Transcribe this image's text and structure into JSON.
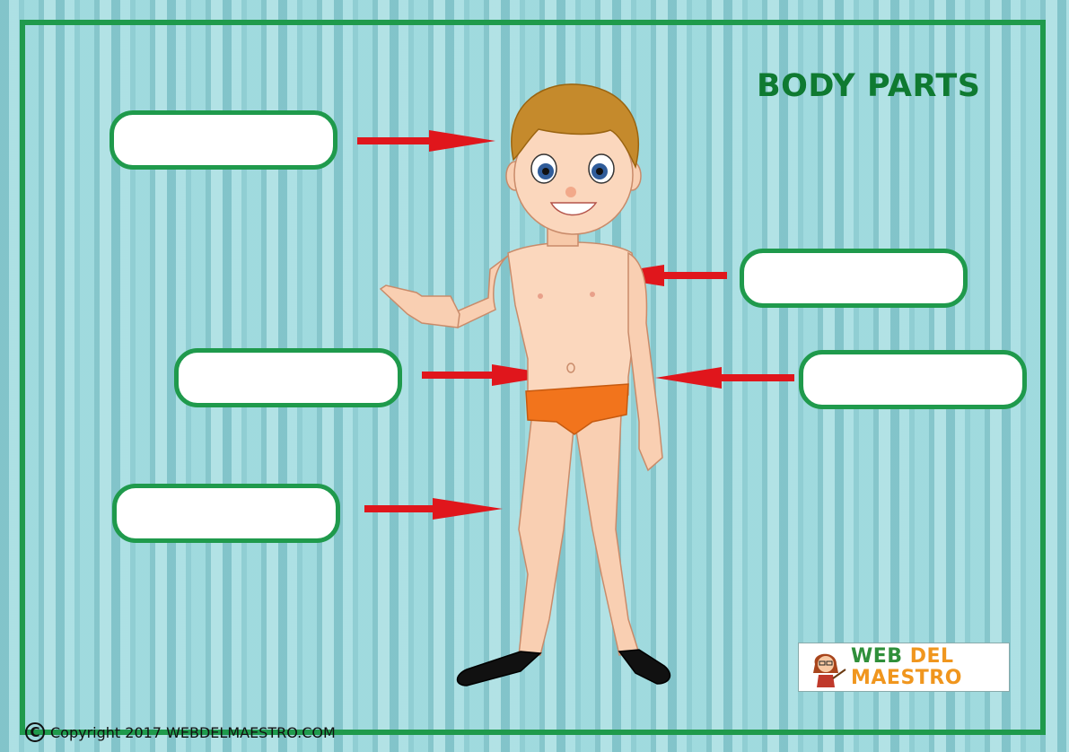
{
  "worksheet": {
    "title": "BODY PARTS",
    "label_boxes": [
      {
        "value": "",
        "placeholder": ""
      },
      {
        "value": "",
        "placeholder": ""
      },
      {
        "value": "",
        "placeholder": ""
      },
      {
        "value": "",
        "placeholder": ""
      },
      {
        "value": "",
        "placeholder": ""
      }
    ]
  },
  "illustration": {
    "subject": "cartoon boy in orange briefs pointing",
    "arrow_color": "#e0161c"
  },
  "logo": {
    "line1_a": "WEB",
    "line1_b": " DEL",
    "line2_a": "MAESTRO",
    "line2_b": ""
  },
  "footer": {
    "copyright_symbol": "C",
    "copyright_text": "Copyright 2017 WEBDELMAESTRO.COM"
  },
  "colors": {
    "frame": "#1f9a4c",
    "title": "#0f7a31",
    "background": "#9fd8dc",
    "logo_orange": "#f0961e",
    "logo_green": "#2f8f3a"
  }
}
